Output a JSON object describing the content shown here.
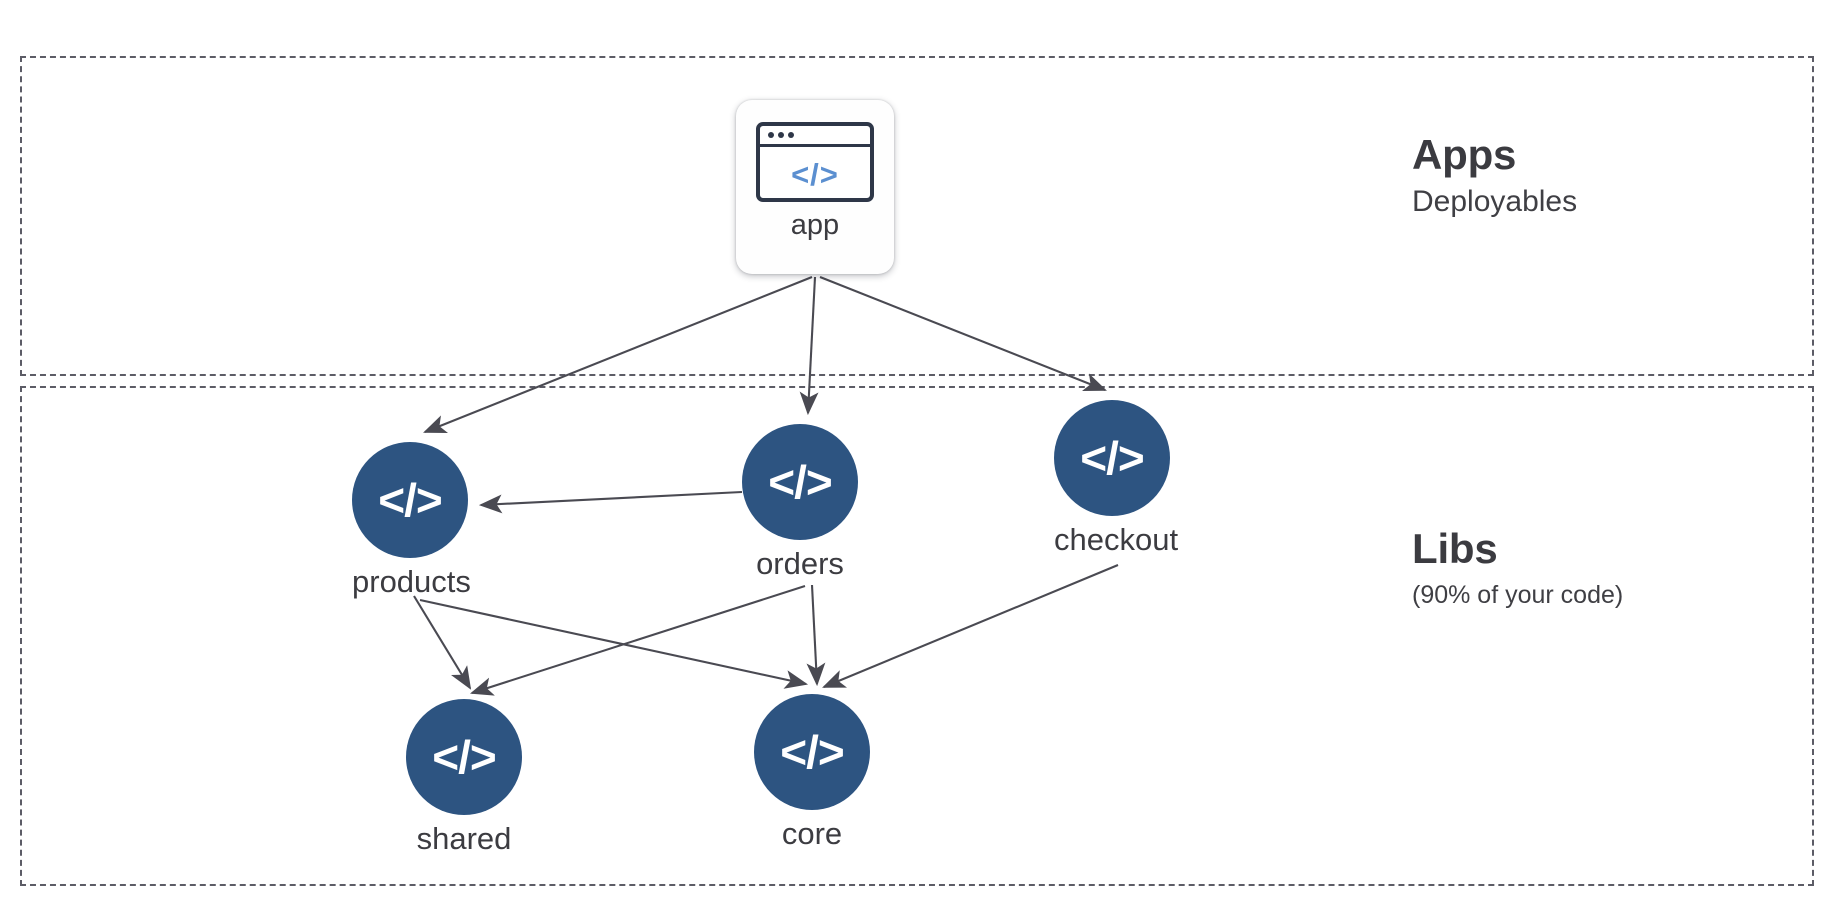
{
  "diagram": {
    "type": "dependency-graph",
    "zones": [
      {
        "id": "apps",
        "title": "Apps",
        "subtitle": "Deployables",
        "border_style": "dashed",
        "border_color": "#5c5c66"
      },
      {
        "id": "libs",
        "title": "Libs",
        "subtitle": "(90% of your code)",
        "border_style": "dashed",
        "border_color": "#5c5c66"
      }
    ],
    "nodes": [
      {
        "id": "app",
        "label": "app",
        "zone": "apps",
        "shape": "rounded-card",
        "icon": "browser-window-code-icon",
        "icon_glyph": "</>",
        "fill": "#fefefe",
        "icon_accent": "#5b8fd0"
      },
      {
        "id": "products",
        "label": "products",
        "zone": "libs",
        "shape": "circle",
        "icon": "code-brackets-icon",
        "icon_glyph": "</>",
        "fill": "#2d5481"
      },
      {
        "id": "orders",
        "label": "orders",
        "zone": "libs",
        "shape": "circle",
        "icon": "code-brackets-icon",
        "icon_glyph": "</>",
        "fill": "#2d5481"
      },
      {
        "id": "checkout",
        "label": "checkout",
        "zone": "libs",
        "shape": "circle",
        "icon": "code-brackets-icon",
        "icon_glyph": "</>",
        "fill": "#2d5481"
      },
      {
        "id": "shared",
        "label": "shared",
        "zone": "libs",
        "shape": "circle",
        "icon": "code-brackets-icon",
        "icon_glyph": "</>",
        "fill": "#2d5481"
      },
      {
        "id": "core",
        "label": "core",
        "zone": "libs",
        "shape": "circle",
        "icon": "code-brackets-icon",
        "icon_glyph": "</>",
        "fill": "#2d5481"
      }
    ],
    "edges": [
      {
        "from": "app",
        "to": "products"
      },
      {
        "from": "app",
        "to": "orders"
      },
      {
        "from": "app",
        "to": "checkout"
      },
      {
        "from": "orders",
        "to": "products"
      },
      {
        "from": "products",
        "to": "shared"
      },
      {
        "from": "products",
        "to": "core"
      },
      {
        "from": "orders",
        "to": "shared"
      },
      {
        "from": "orders",
        "to": "core"
      },
      {
        "from": "checkout",
        "to": "core"
      }
    ],
    "edge_color": "#4a4a52",
    "background": "#ffffff",
    "text_color": "#3c3c41"
  }
}
